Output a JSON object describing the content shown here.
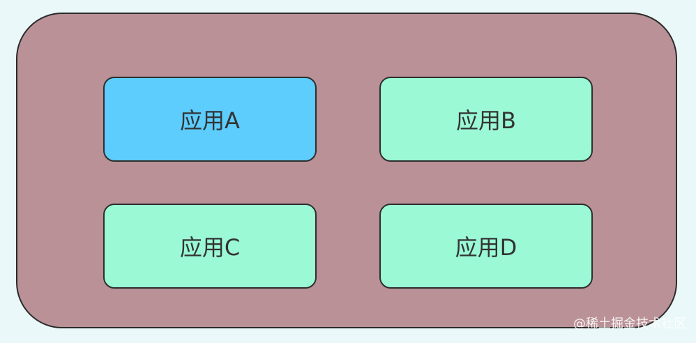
{
  "apps": [
    {
      "label": "应用A",
      "color": "#5ccdfc"
    },
    {
      "label": "应用B",
      "color": "#9bf9d6"
    },
    {
      "label": "应用C",
      "color": "#9bf9d6"
    },
    {
      "label": "应用D",
      "color": "#9bf9d6"
    }
  ],
  "container_color": "#b99196",
  "watermark": "@稀土掘金技术社区"
}
